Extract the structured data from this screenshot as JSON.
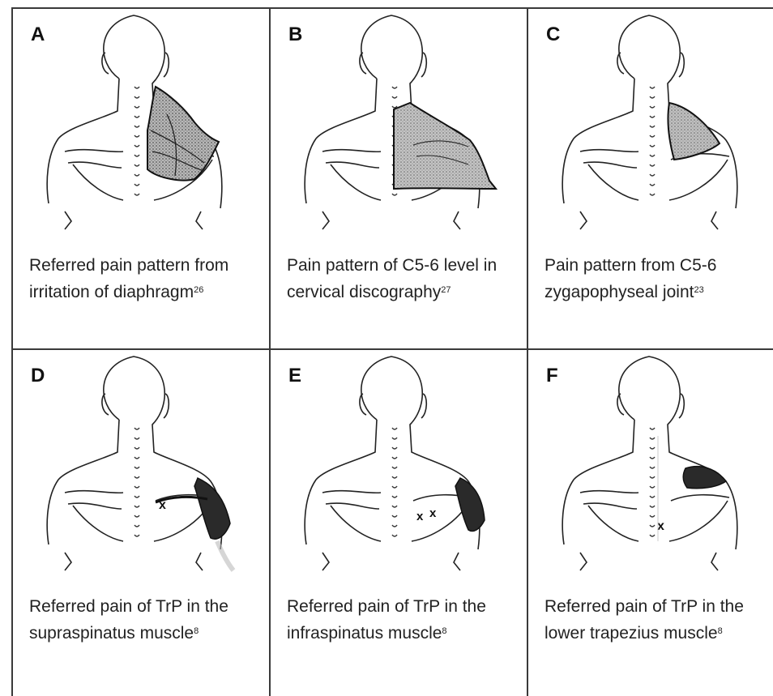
{
  "panels": [
    {
      "letter": "A",
      "line1": "Referred pain pattern from",
      "line2": "irritation of diaphragm",
      "ref": "26"
    },
    {
      "letter": "B",
      "line1": "Pain pattern of C5-6 level in",
      "line2": "cervical discography",
      "ref": "27"
    },
    {
      "letter": "C",
      "line1": "Pain pattern from C5-6",
      "line2": "zygapophyseal joint",
      "ref": "23"
    },
    {
      "letter": "D",
      "line1": "Referred pain of TrP in the",
      "line2": "supraspinatus muscle",
      "ref": "8"
    },
    {
      "letter": "E",
      "line1": "Referred pain of TrP in the",
      "line2": "infraspinatus muscle",
      "ref": "8"
    },
    {
      "letter": "F",
      "line1": "Referred pain of TrP in the",
      "line2": "lower trapezius muscle",
      "ref": "8"
    }
  ]
}
